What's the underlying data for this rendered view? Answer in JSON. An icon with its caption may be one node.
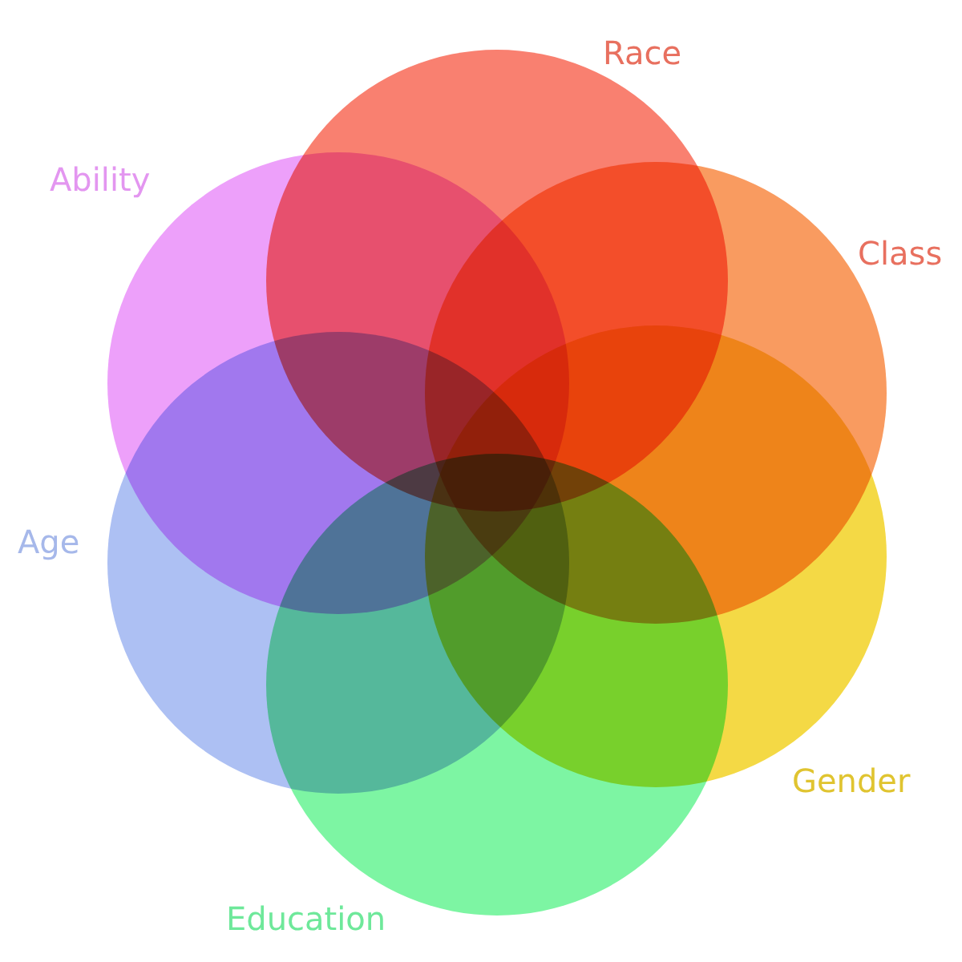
{
  "diagram": {
    "nodes": [
      {
        "text": [
          "Race"
        ]
      },
      {
        "text": [
          "Ability"
        ]
      },
      {
        "text": [
          "Class"
        ]
      },
      {
        "text": [
          "Age"
        ]
      },
      {
        "text": [
          "Gender"
        ]
      },
      {
        "text": [
          "Education"
        ]
      }
    ]
  }
}
